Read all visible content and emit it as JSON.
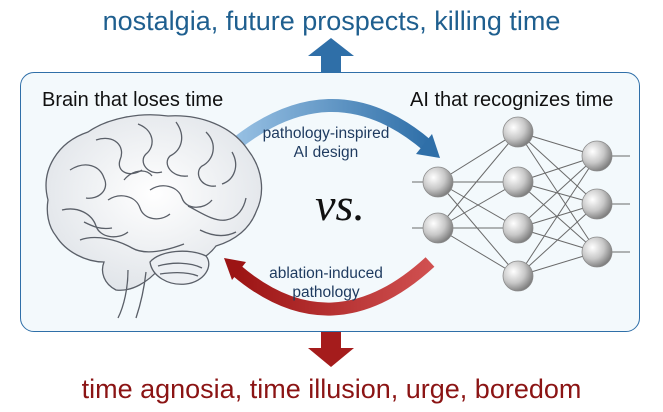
{
  "top_caption": "nostalgia, future prospects, killing time",
  "bottom_caption": "time agnosia, time illusion, urge, boredom",
  "left_label": "Brain that loses time",
  "right_label": "AI that recognizes time",
  "top_arrow_text": {
    "line1": "pathology-inspired",
    "line2": "AI design"
  },
  "bottom_arrow_text": {
    "line1": "ablation-induced",
    "line2": "pathology"
  },
  "center_text": "vs.",
  "icons": {
    "brain": "brain-illustration",
    "network": "neural-network-icon"
  },
  "colors": {
    "blue": "#2f6fa8",
    "red": "#a51c1c",
    "top_text": "#1f5f8f",
    "bottom_text": "#8b1414"
  }
}
